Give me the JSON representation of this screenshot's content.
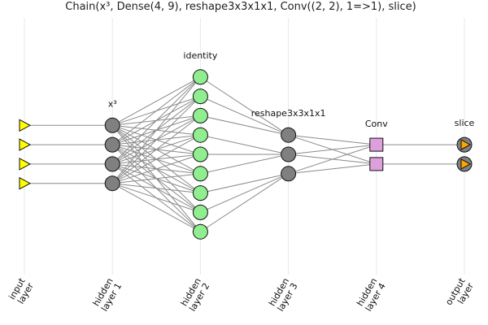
{
  "title": "Chain(x³, Dense(4, 9), reshape3x3x1x1, Conv((2, 2), 1=>1), slice)",
  "layers": [
    {
      "id": "input",
      "size": 4,
      "shape": "triangle",
      "color": "#ffff00",
      "label": "",
      "axis_label": [
        "input",
        "layer"
      ]
    },
    {
      "id": "h1",
      "size": 4,
      "shape": "circle",
      "color": "#808080",
      "label": "x³",
      "axis_label": [
        "hidden",
        "layer 1"
      ]
    },
    {
      "id": "h2",
      "size": 9,
      "shape": "circle",
      "color": "#90ee90",
      "label": "identity",
      "axis_label": [
        "hidden",
        "layer 2"
      ]
    },
    {
      "id": "h3",
      "size": 3,
      "shape": "circle",
      "color": "#808080",
      "label": "reshape3x3x1x1",
      "axis_label": [
        "hidden",
        "layer 3"
      ]
    },
    {
      "id": "h4",
      "size": 2,
      "shape": "square",
      "color": "#dda0dd",
      "label": "Conv",
      "axis_label": [
        "hidden",
        "layer 4"
      ]
    },
    {
      "id": "output",
      "size": 2,
      "shape": "play",
      "color": "#ffa500",
      "label": "slice",
      "axis_label": [
        "output",
        "layer"
      ]
    }
  ],
  "connections": [
    {
      "from": 0,
      "to": 1,
      "pattern": "one-to-one"
    },
    {
      "from": 1,
      "to": 2,
      "pattern": "dense"
    },
    {
      "from": 2,
      "to": 3,
      "pattern": "grouped",
      "group_size": 3
    },
    {
      "from": 3,
      "to": 4,
      "pattern": "dense"
    },
    {
      "from": 4,
      "to": 5,
      "pattern": "one-to-one"
    }
  ]
}
